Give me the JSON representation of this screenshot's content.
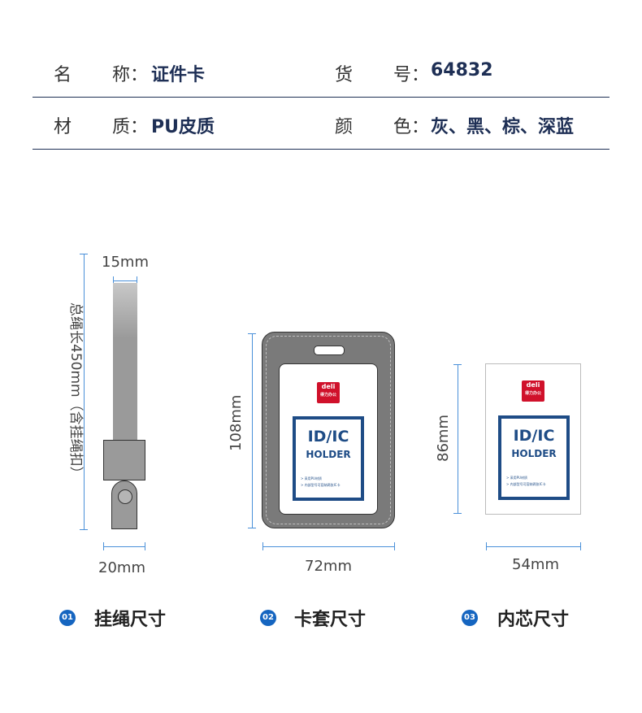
{
  "specs": {
    "row1": {
      "left_key_a": "名",
      "left_key_b": "称：",
      "left_value": "证件卡",
      "right_key_a": "货",
      "right_key_b": "号：",
      "right_value": "64832"
    },
    "row2": {
      "left_key_a": "材",
      "left_key_b": "质：",
      "left_value": "PU皮质",
      "right_key_a": "颜",
      "right_key_b": "色：",
      "right_value": "灰、黑、棕、深蓝"
    }
  },
  "lanyard": {
    "width_label": "15mm",
    "length_label": "总绳长450mm（含挂绳扣）",
    "clip_width_label": "20mm"
  },
  "holder": {
    "height_label": "108mm",
    "width_label": "72mm"
  },
  "insert": {
    "height_label": "86mm",
    "width_label": "54mm"
  },
  "card_print": {
    "logo_top": "deli",
    "logo_bottom": "得力办公",
    "title_line1": "ID/IC",
    "title_line2": "HOLDER",
    "note1": "> 采用PU材质",
    "note2": "> 内部型号可容纳两张IC卡"
  },
  "captions": [
    {
      "num": "01",
      "label": "挂绳尺寸"
    },
    {
      "num": "02",
      "label": "卡套尺寸"
    },
    {
      "num": "03",
      "label": "内芯尺寸"
    }
  ],
  "colors": {
    "navy": "#1e2f55",
    "dimension_blue": "#4a90d9",
    "badge_blue": "#1565c0",
    "holder_gray": "#7a7a7a",
    "lanyard_gray": "#9a9a9a",
    "brand_red": "#d0112b"
  }
}
